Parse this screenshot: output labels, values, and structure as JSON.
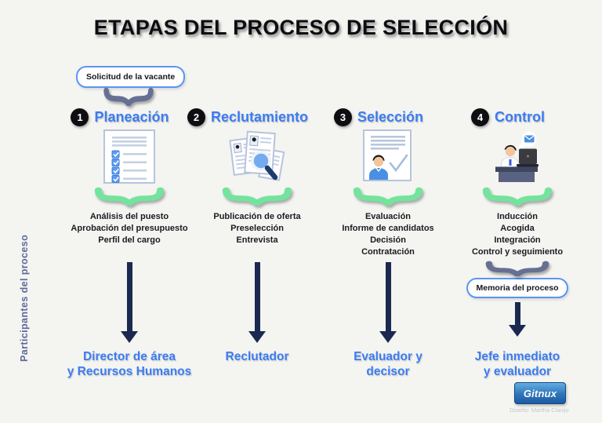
{
  "title": "ETAPAS DEL PROCESO DE SELECCIÓN",
  "sidebar_label": "Participantes del proceso",
  "vacancy_box_label": "Solicitud de la vacante",
  "stages": [
    {
      "number": "1",
      "title": "Planeación",
      "icon": "checklist-document-icon",
      "tasks": [
        "Análisis del puesto",
        "Aprobación del presupuesto",
        "Perfil del cargo"
      ],
      "participant_lines": [
        "Director de área",
        "y Recursos Humanos"
      ]
    },
    {
      "number": "2",
      "title": "Reclutamiento",
      "icon": "resume-search-icon",
      "tasks": [
        "Publicación de oferta",
        "Preselección",
        "Entrevista"
      ],
      "participant_lines": [
        "Reclutador"
      ]
    },
    {
      "number": "3",
      "title": "Selección",
      "icon": "candidate-check-icon",
      "tasks": [
        "Evaluación",
        "Informe de candidatos",
        "Decisión",
        "Contratación"
      ],
      "participant_lines": [
        "Evaluador y",
        "decisor"
      ]
    },
    {
      "number": "4",
      "title": "Control",
      "icon": "desk-worker-icon",
      "tasks": [
        "Inducción",
        "Acogida",
        "Integración",
        "Control y seguimiento"
      ],
      "participant_lines": [
        "Jefe inmediato",
        "y evaluador"
      ],
      "extra_box": "Memoria del proceso"
    }
  ],
  "footer": {
    "logo_text": "Gitnux",
    "credit": "Diseño: Martha Clavijo"
  },
  "colors": {
    "background": "#f4f4f1",
    "accent_blue": "#3b7cf2",
    "arrow_navy": "#1b2950",
    "brace_green": "#74e39d",
    "brace_gray": "#667092",
    "pill_border": "#5a95f5",
    "title_black": "#0c0c11"
  }
}
